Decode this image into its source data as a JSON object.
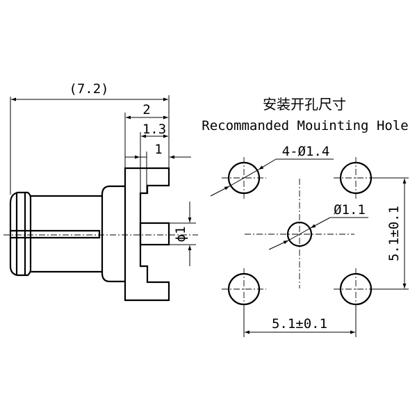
{
  "side_view": {
    "overall_length": "(7.2)",
    "flange_offset": "2",
    "tab_offset": "1.3",
    "pin_length": "1",
    "pin_diameter": "ϕ1"
  },
  "mounting_hole": {
    "title_cn": "安装开孔尺寸",
    "title_en": "Recommanded Mouinting Hole",
    "corner_holes": "4-Ø1.4",
    "center_hole": "Ø1.1",
    "vertical_spacing": "5.1±0.1",
    "horizontal_spacing": "5.1±0.1"
  }
}
